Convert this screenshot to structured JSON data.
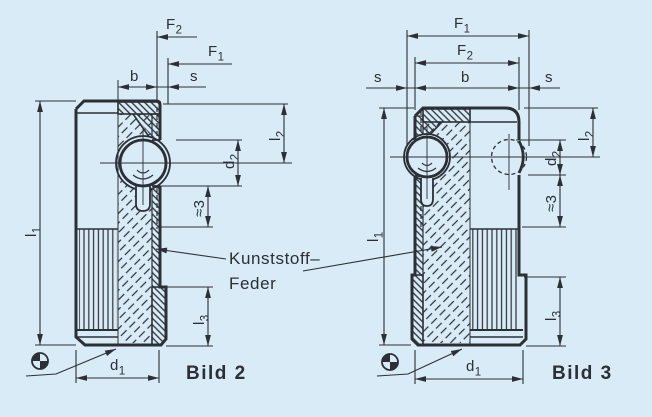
{
  "colors": {
    "background": "#d8ebf6",
    "line": "#2b2f36"
  },
  "callout": {
    "line1": "Kunststoff–",
    "line2": "Feder"
  },
  "dims": {
    "F1": {
      "base": "F",
      "sub": "1"
    },
    "F2": {
      "base": "F",
      "sub": "2"
    },
    "b": "b",
    "s": "s",
    "l1": {
      "base": "l",
      "sub": "1"
    },
    "l2": {
      "base": "l",
      "sub": "2"
    },
    "l3": {
      "base": "l",
      "sub": "3"
    },
    "d1": {
      "base": "d",
      "sub": "1"
    },
    "d2": {
      "base": "d",
      "sub": "2"
    },
    "approx3": "≈3"
  },
  "figures": {
    "left_caption": "Bild 2",
    "right_caption": "Bild 3"
  }
}
